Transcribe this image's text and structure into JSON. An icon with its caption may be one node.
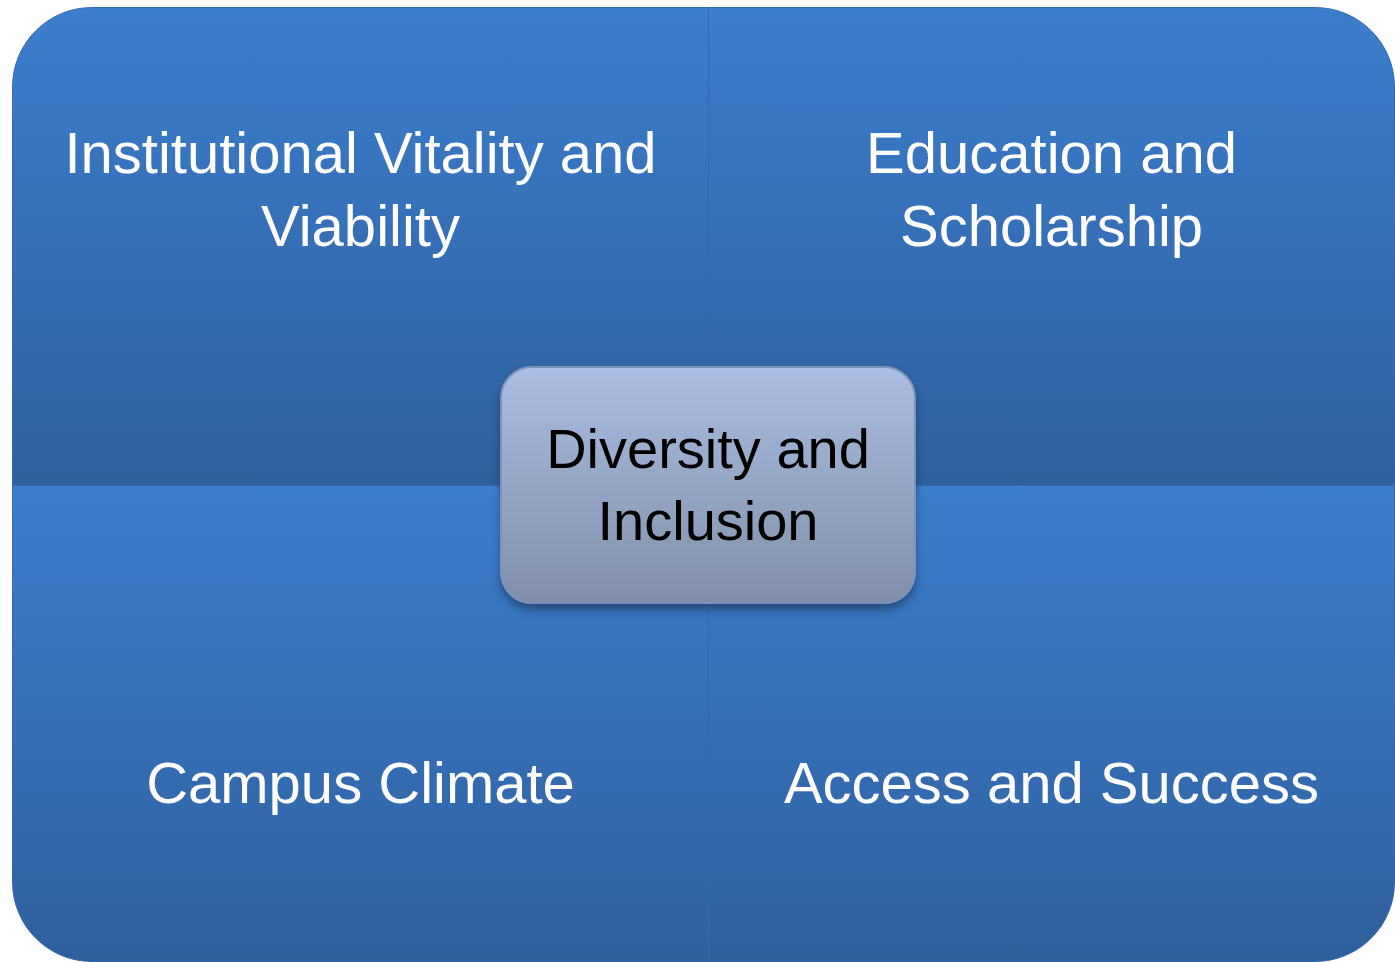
{
  "diagram": {
    "nodes": [
      {
        "text": [
          "Institutional Vitality and Viability"
        ]
      },
      {
        "text": [
          "Education and Scholarship"
        ]
      },
      {
        "text": [
          "Diversity and Inclusion"
        ]
      },
      {
        "text": [
          "Campus Climate"
        ]
      },
      {
        "text": [
          "Access and Success"
        ]
      }
    ]
  }
}
